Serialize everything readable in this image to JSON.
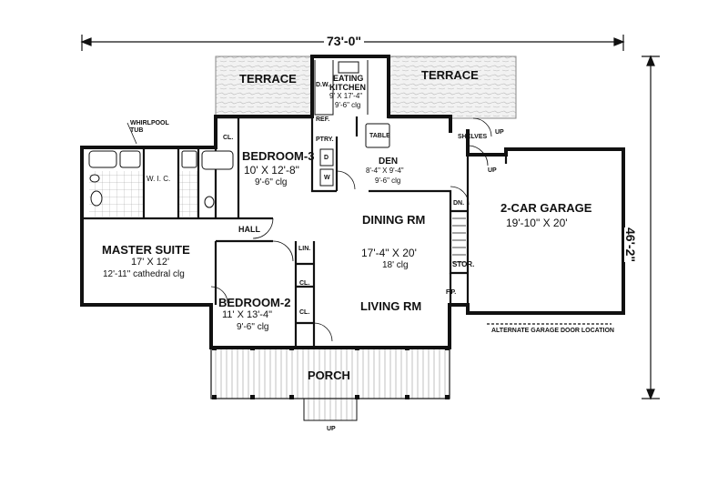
{
  "dimensions": {
    "width": "73'-0\"",
    "depth": "46'-2\""
  },
  "rooms": {
    "terrace_left": "TERRACE",
    "terrace_right": "TERRACE",
    "kitchen": {
      "name1": "EATING",
      "name2": "KITCHEN",
      "size": "9' X 17'-4\"",
      "ceiling": "9'-6\" clg"
    },
    "bedroom3": {
      "name": "BEDROOM-3",
      "size": "10' X 12'-8\"",
      "ceiling": "9'-6\" clg"
    },
    "den": {
      "name": "DEN",
      "size": "8'-4\" X 9'-4\"",
      "ceiling": "9'-6\" clg"
    },
    "master": {
      "name": "MASTER SUITE",
      "size": "17' X 12'",
      "ceiling": "12'-11\" cathedral clg"
    },
    "dining": "DINING RM",
    "living": {
      "size": "17'-4\" X 20'",
      "ceiling": "18' clg",
      "name": "LIVING RM"
    },
    "bedroom2": {
      "name": "BEDROOM-2",
      "size": "11' X 13'-4\"",
      "ceiling": "9'-6\" clg"
    },
    "garage": {
      "name": "2-CAR GARAGE",
      "size": "19'-10\" X 20'"
    },
    "porch": "PORCH",
    "hall": "HALL"
  },
  "labels": {
    "whirlpool1": "WHIRLPOOL",
    "whirlpool2": "TUB",
    "wic": "W. I. C.",
    "cl_bed3": "CL.",
    "dw": "D.W.",
    "ref": "REF.",
    "ptry": "PTRY.",
    "d": "D",
    "w": "W",
    "table": "TABLE",
    "shelves": "SHELVES",
    "up_top": "UP",
    "up_garage": "UP",
    "dn": "DN.",
    "stor": "STOR.",
    "fp": "F.P.",
    "lin": "LIN.",
    "cl_b2a": "CL.",
    "cl_b2b": "CL.",
    "up_porch": "UP",
    "alt_garage": "ALTERNATE GARAGE DOOR LOCATION"
  }
}
